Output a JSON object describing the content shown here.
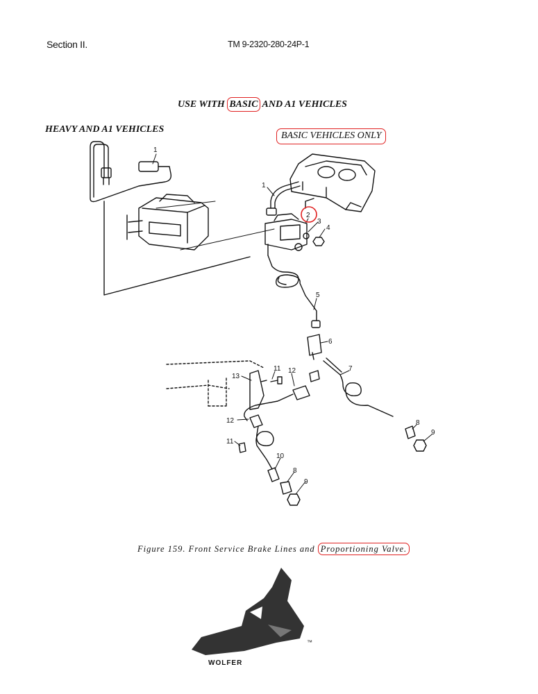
{
  "header": {
    "section": "Section II.",
    "tm_number": "TM 9-2320-280-24P-1"
  },
  "title": {
    "prefix": "USE WITH ",
    "highlight": "BASIC",
    "suffix": " AND A1 VEHICLES"
  },
  "labels": {
    "heavy_a1": "HEAVY AND A1 VEHICLES",
    "basic_only": "BASIC VEHICLES ONLY"
  },
  "callouts": {
    "c1a": "1",
    "c1b": "1",
    "c2": "2",
    "c3": "3",
    "c4": "4",
    "c5": "5",
    "c6": "6",
    "c7": "7",
    "c8a": "8",
    "c8b": "8",
    "c9a": "9",
    "c9b": "9",
    "c10": "10",
    "c11a": "11",
    "c11b": "11",
    "c12a": "12",
    "c12b": "12",
    "c13": "13"
  },
  "caption": {
    "prefix": "Figure 159.  Front Service Brake Lines and ",
    "highlight": "Proportioning Valve."
  },
  "logo": {
    "word": "WOLFER",
    "tm": "™"
  },
  "colors": {
    "highlight_red": "#e02020",
    "ink": "#111111"
  }
}
